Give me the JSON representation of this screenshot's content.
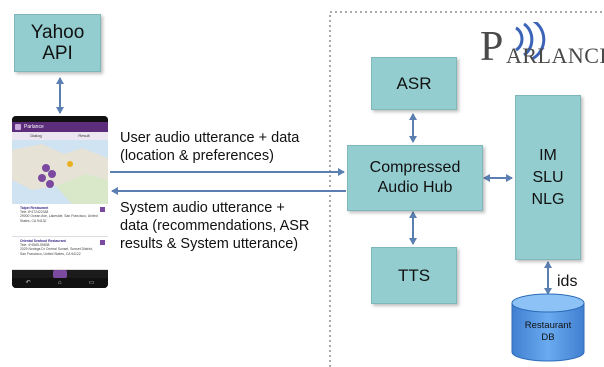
{
  "nodes": {
    "yahoo": "Yahoo\nAPI",
    "asr": "ASR",
    "hub": "Compressed\nAudio Hub",
    "tts": "TTS",
    "im": "IM\nSLU\nNLG",
    "db": "Restaurant\nDB"
  },
  "edges": {
    "user_utterance": "User audio utterance + data\n(location & preferences)",
    "system_utterance": "System audio utterance +\ndata (recommendations, ASR\nresults & System utterance)",
    "ids": "ids"
  },
  "logo": {
    "initial": "P",
    "rest": "ARLANCE"
  },
  "phone": {
    "app_title": "Parlance",
    "tabs": [
      "Dialog",
      "Result"
    ],
    "items": [
      {
        "name": "Taipei Restaurant",
        "tel": "Tele: 8*472422338",
        "addr": "29000 Ocean Ave, Lakeside, San Francisco, United States, CA 94132"
      },
      {
        "name": "Oriental Seafood Restaurant",
        "tel": "Tele: 4*4565-59838",
        "addr": "2029 Noriega Dr Central Sunset, Sunset District, San Francisco, United States, CA 94122"
      }
    ]
  },
  "colors": {
    "box": "#93cdd0",
    "arrow": "#5b7fb0",
    "db": "#4f91d8",
    "logo": "#4a4a4a",
    "waves": "#3b63b8"
  }
}
